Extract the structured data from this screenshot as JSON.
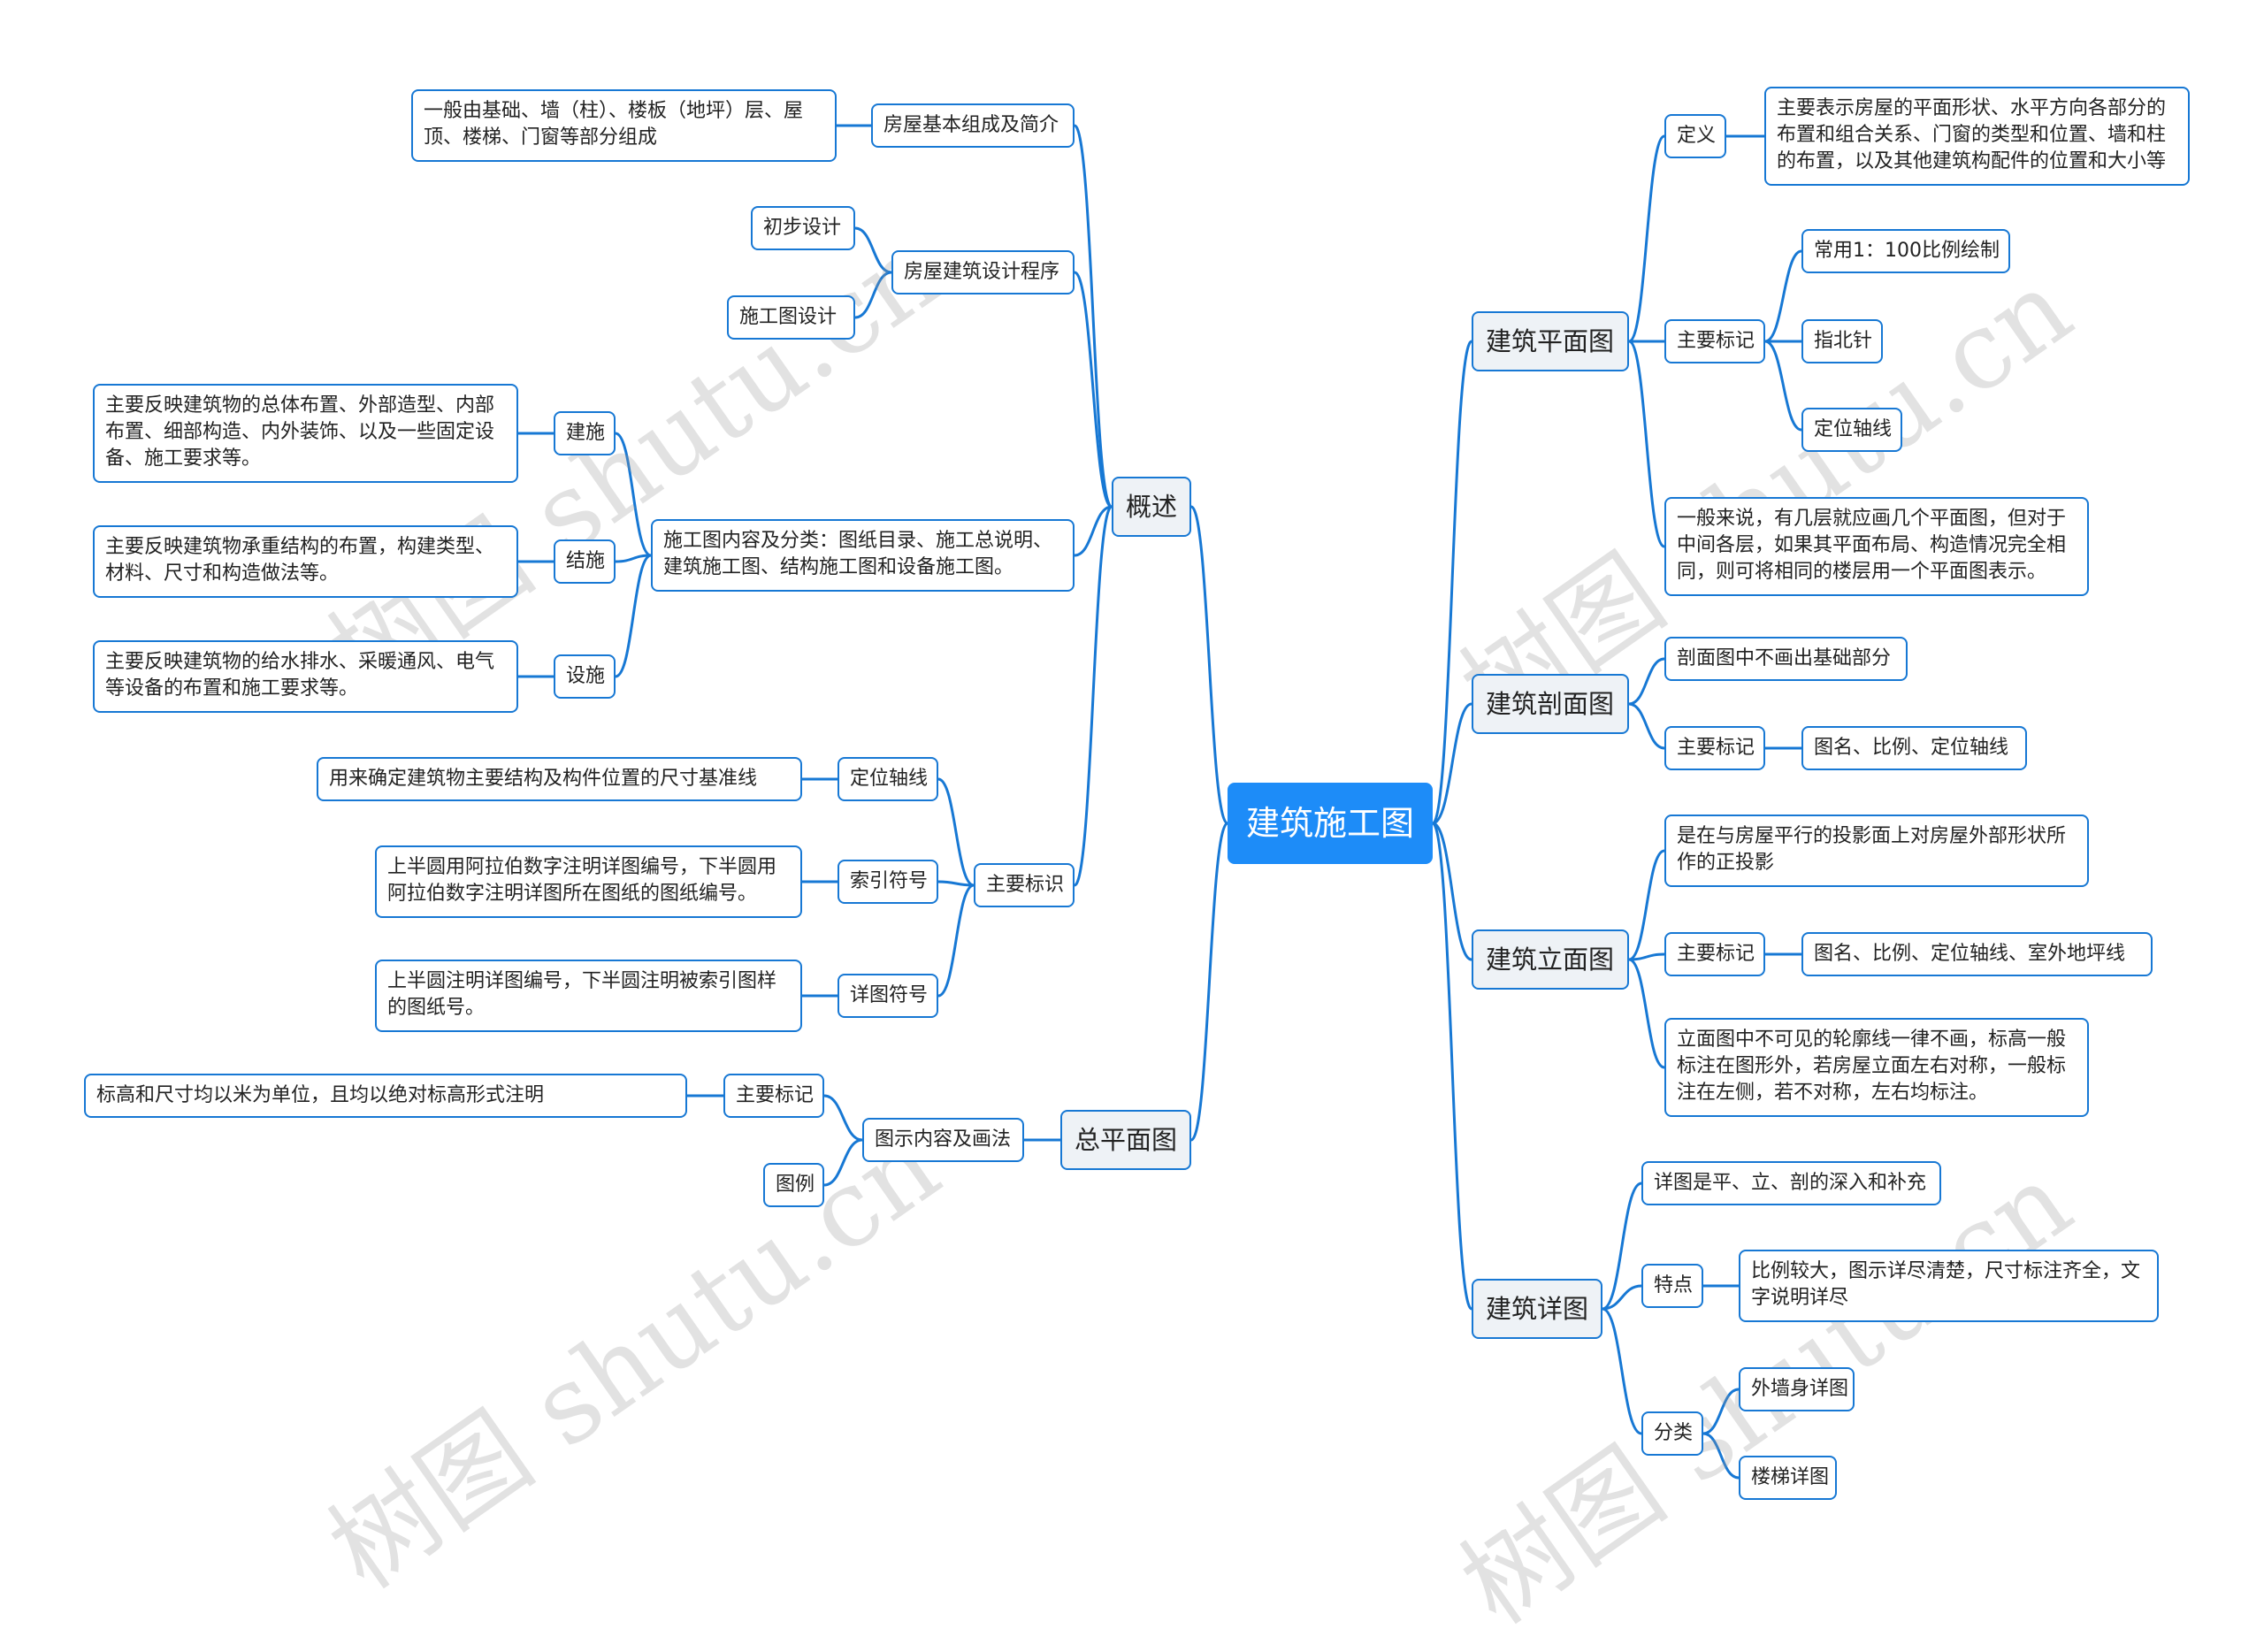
{
  "root": "建筑施工图",
  "watermark": "树图 shutu.cn",
  "colors": {
    "line": "#1778d4",
    "root_bg": "#1d8cf8",
    "l1_bg": "#eef2f6"
  },
  "left": {
    "overview": {
      "label": "概述",
      "basic": {
        "label": "房屋基本组成及简介",
        "text": "一般由基础、墙（柱）、楼板（地坪）层、屋顶、楼梯、门窗等部分组成"
      },
      "procedure": {
        "label": "房屋建筑设计程序",
        "items": [
          "初步设计",
          "施工图设计"
        ]
      },
      "content": {
        "label": "施工图内容及分类：图纸目录、施工总说明、建筑施工图、结构施工图和设备施工图。",
        "items": [
          {
            "label": "建施",
            "text": "主要反映建筑物的总体布置、外部造型、内部布置、细部构造、内外装饰、以及一些固定设备、施工要求等。"
          },
          {
            "label": "结施",
            "text": "主要反映建筑物承重结构的布置，构建类型、材料、尺寸和构造做法等。"
          },
          {
            "label": "设施",
            "text": "主要反映建筑物的给水排水、采暖通风、电气等设备的布置和施工要求等。"
          }
        ]
      },
      "marks": {
        "label": "主要标识",
        "items": [
          {
            "label": "定位轴线",
            "text": "用来确定建筑物主要结构及构件位置的尺寸基准线"
          },
          {
            "label": "索引符号",
            "text": "上半圆用阿拉伯数字注明详图编号，下半圆用阿拉伯数字注明详图所在图纸的图纸编号。"
          },
          {
            "label": "详图符号",
            "text": "上半圆注明详图编号，下半圆注明被索引图样的图纸号。"
          }
        ]
      }
    },
    "site": {
      "label": "总平面图",
      "drawing": {
        "label": "图示内容及画法",
        "mark_label": "主要标记",
        "mark_text": "标高和尺寸均以米为单位，且均以绝对标高形式注明",
        "legend": "图例"
      }
    }
  },
  "right": {
    "plan": {
      "label": "建筑平面图",
      "definition_label": "定义",
      "definition_text": "主要表示房屋的平面形状、水平方向各部分的布置和组合关系、门窗的类型和位置、墙和柱的布置，以及其他建筑构配件的位置和大小等",
      "marks_label": "主要标记",
      "marks": [
        "常用1：100比例绘制",
        "指北针",
        "定位轴线"
      ],
      "note": "一般来说，有几层就应画几个平面图，但对于中间各层，如果其平面布局、构造情况完全相同，则可将相同的楼层用一个平面图表示。"
    },
    "section": {
      "label": "建筑剖面图",
      "note": "剖面图中不画出基础部分",
      "marks_label": "主要标记",
      "marks_text": "图名、比例、定位轴线"
    },
    "elevation": {
      "label": "建筑立面图",
      "note1": "是在与房屋平行的投影面上对房屋外部形状所作的正投影",
      "marks_label": "主要标记",
      "marks_text": "图名、比例、定位轴线、室外地坪线",
      "note2": "立面图中不可见的轮廓线一律不画，标高一般标注在图形外，若房屋立面左右对称，一般标注在左侧，若不对称，左右均标注。"
    },
    "detail": {
      "label": "建筑详图",
      "note": "详图是平、立、剖的深入和补充",
      "feature_label": "特点",
      "feature_text": "比例较大，图示详尽清楚，尺寸标注齐全，文字说明详尽",
      "class_label": "分类",
      "classes": [
        "外墙身详图",
        "楼梯详图"
      ]
    }
  }
}
